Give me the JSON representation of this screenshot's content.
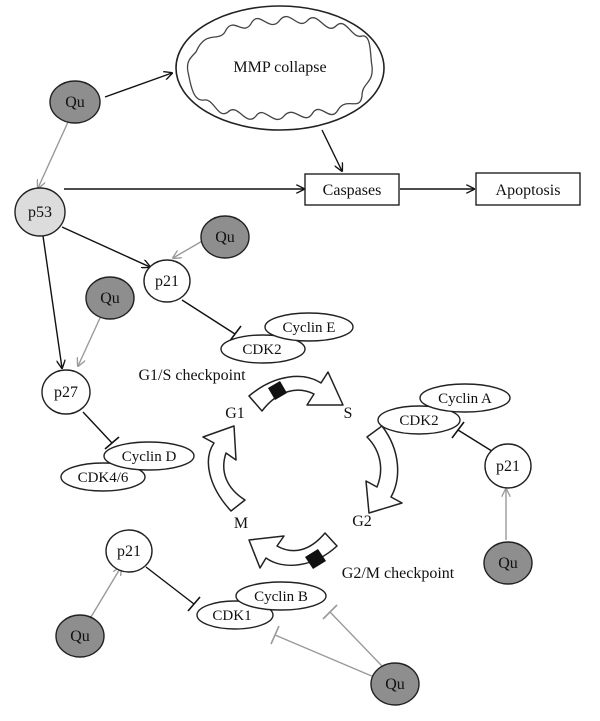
{
  "nodes": {
    "qu": "Qu",
    "p53": "p53",
    "p21": "p21",
    "p27": "p27",
    "mmp_collapse": "MMP collapse",
    "caspases": "Caspases",
    "apoptosis": "Apoptosis",
    "cyclin_e": "Cyclin E",
    "cdk2": "CDK2",
    "cyclin_a": "Cyclin A",
    "cyclin_d": "Cyclin D",
    "cdk4_6": "CDK4/6",
    "cyclin_b": "Cyclin B",
    "cdk1": "CDK1"
  },
  "cycle": {
    "g1": "G1",
    "s": "S",
    "g2": "G2",
    "m": "M",
    "g1s_checkpoint": "G1/S checkpoint",
    "g2m_checkpoint": "G2/M checkpoint"
  },
  "colors": {
    "qu_fill": "#8e8e8e",
    "p53_fill": "#dcdcdc",
    "activation_gray": "#9a9a9a",
    "line": "#111111"
  }
}
